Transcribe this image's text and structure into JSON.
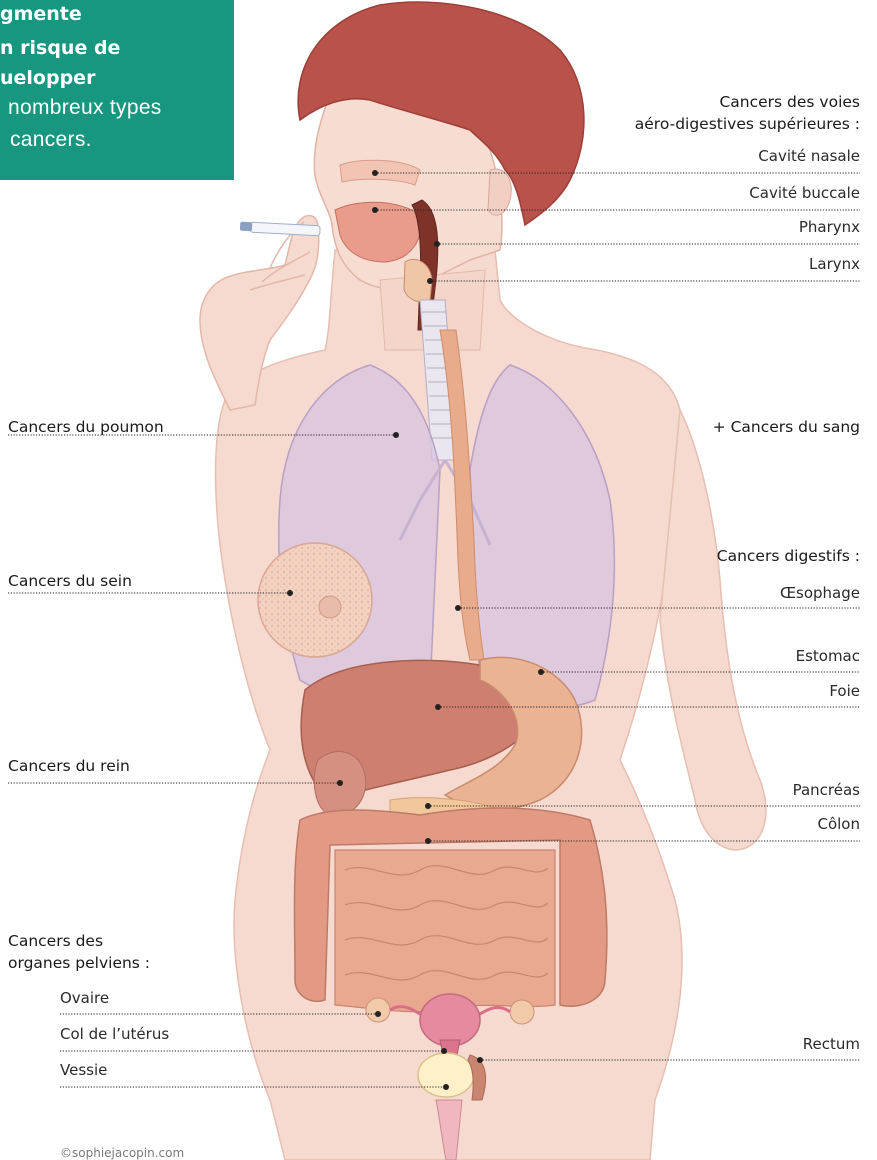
{
  "callout": {
    "lines": [
      "gmente",
      "n risque de",
      "uelopper",
      "nombreux types",
      "cancers."
    ],
    "background": "#17977f"
  },
  "headers": {
    "vads": [
      "Cancers des voies",
      "aéro-digestives supérieures :"
    ],
    "poumon": "Cancers du poumon",
    "sang": "+ Cancers du sang",
    "digestifs": "Cancers digestifs :",
    "sein": "Cancers du sein",
    "rein": "Cancers du rein",
    "pelviens": [
      "Cancers des",
      "organes pelviens :"
    ]
  },
  "labels": {
    "cavite_nasale": "Cavité nasale",
    "cavite_buccale": "Cavité buccale",
    "pharynx": "Pharynx",
    "larynx": "Larynx",
    "oesophage": "Œsophage",
    "estomac": "Estomac",
    "foie": "Foie",
    "pancreas": "Pancréas",
    "colon": "Côlon",
    "rectum": "Rectum",
    "ovaire": "Ovaire",
    "col_uterus": "Col de l’utérus",
    "vessie": "Vessie"
  },
  "credit": "©sophiejacopin.com",
  "colors": {
    "skin": "#f6d9cf",
    "hair": "#b8524a",
    "lung": "#d9c4df",
    "liver": "#cf7f6f",
    "intestine": "#e7a58e",
    "leader": "#222222"
  }
}
